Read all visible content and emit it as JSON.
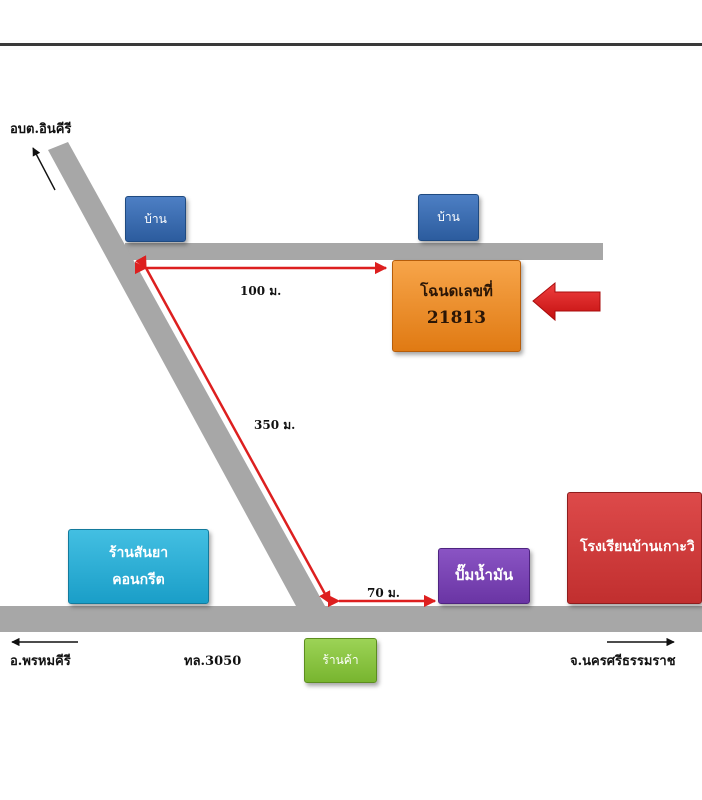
{
  "map": {
    "labels": {
      "north_arrow": "อบต.อินคีรี",
      "west_arrow": "อ.พรหมคีรี",
      "east_arrow": "จ.นครศรีธรรมราช",
      "road_name": "ทล.3050"
    },
    "distances": {
      "top": "100 ม.",
      "diagonal": "350 ม.",
      "bottom": "70 ม."
    },
    "landmarks": {
      "house_left": "บ้าน",
      "house_right": "บ้าน",
      "deed_title": "โฉนดเลขที่",
      "deed_number": "21813",
      "concrete_line1": "ร้านสันยา",
      "concrete_line2": "คอนกรีต",
      "gas_station": "ปั๊มน้ำมัน",
      "school": "โรงเรียนบ้านเกาะวิ",
      "shop": "ร้านค้า"
    },
    "colors": {
      "road": "#a7a7a7",
      "route": "#dd1f1f",
      "pointer_arrow": "#e31b1b"
    }
  }
}
